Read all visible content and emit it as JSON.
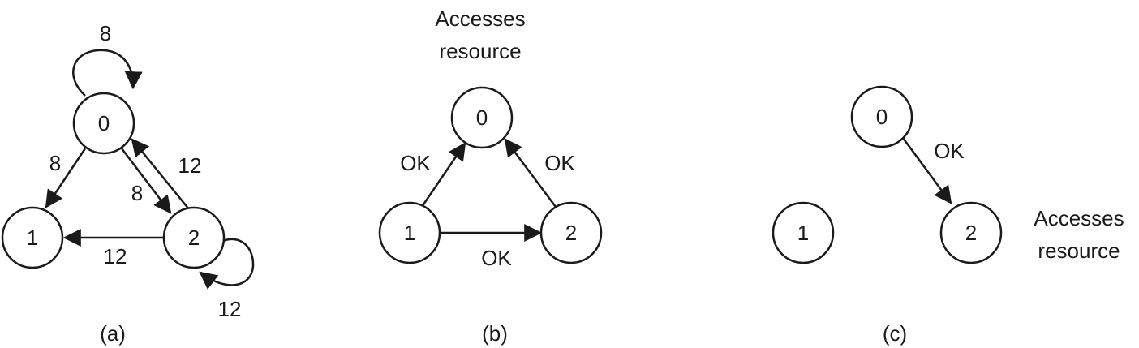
{
  "diagrams": {
    "a": {
      "caption": "(a)",
      "nodes": {
        "n0": "0",
        "n1": "1",
        "n2": "2"
      },
      "edges": {
        "self0": "8",
        "e01": "8",
        "e02": "8",
        "e20": "12",
        "e21": "12",
        "self2": "12"
      }
    },
    "b": {
      "caption": "(b)",
      "note_line1": "Accesses",
      "note_line2": "resource",
      "nodes": {
        "n0": "0",
        "n1": "1",
        "n2": "2"
      },
      "edges": {
        "e10": "OK",
        "e20": "OK",
        "e12": "OK"
      }
    },
    "c": {
      "caption": "(c)",
      "note_line1": "Accesses",
      "note_line2": "resource",
      "nodes": {
        "n0": "0",
        "n1": "1",
        "n2": "2"
      },
      "edges": {
        "e02": "OK"
      }
    }
  }
}
